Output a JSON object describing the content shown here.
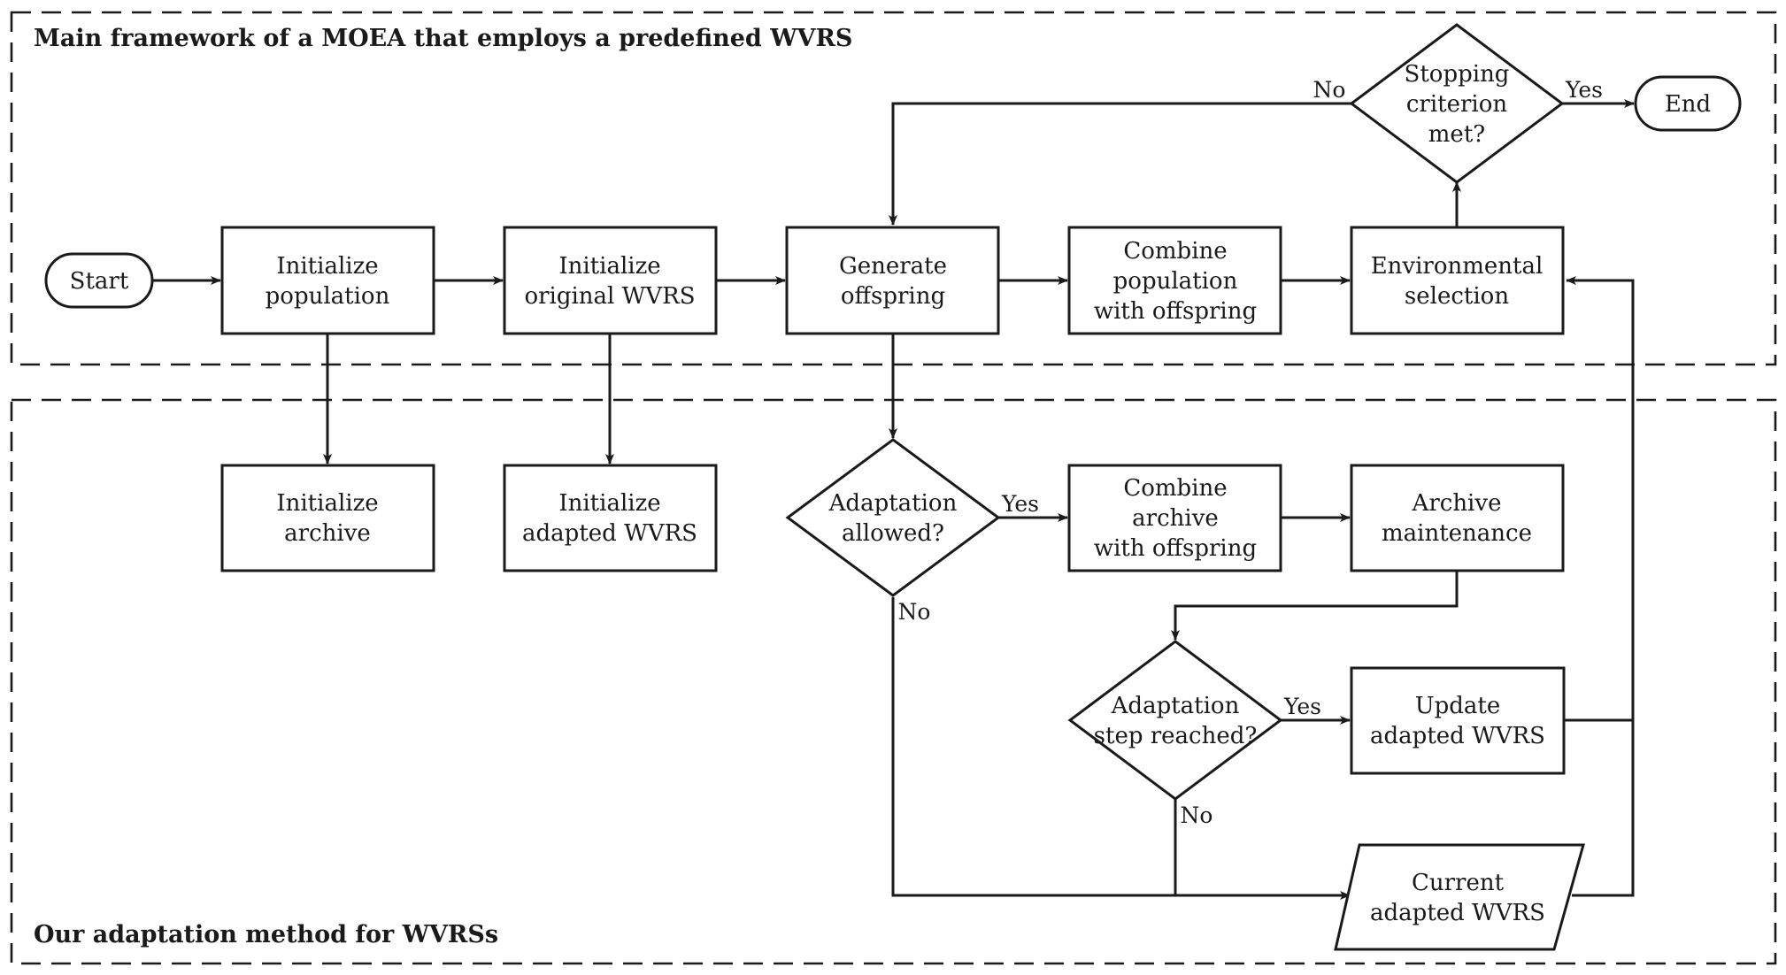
{
  "regions": {
    "main_framework": "Main framework of a MOEA that employs a predefined WVRS",
    "adaptation_method": "Our adaptation method for WVRSs"
  },
  "nodes": {
    "start": [
      "Start"
    ],
    "init_population": [
      "Initialize",
      "population"
    ],
    "init_original_wvrs": [
      "Initialize",
      "original WVRS"
    ],
    "generate_offspring": [
      "Generate",
      "offspring"
    ],
    "combine_population": [
      "Combine",
      "population",
      "with offspring"
    ],
    "environmental_selection": [
      "Environmental",
      "selection"
    ],
    "stopping_criterion": [
      "Stopping",
      "criterion",
      "met?"
    ],
    "end": [
      "End"
    ],
    "init_archive": [
      "Initialize",
      "archive"
    ],
    "init_adapted_wvrs": [
      "Initialize",
      "adapted WVRS"
    ],
    "adaptation_allowed": [
      "Adaptation",
      "allowed?"
    ],
    "combine_archive": [
      "Combine",
      "archive",
      "with offspring"
    ],
    "archive_maintenance": [
      "Archive",
      "maintenance"
    ],
    "adaptation_step": [
      "Adaptation",
      "step reached?"
    ],
    "update_adapted_wvrs": [
      "Update",
      "adapted WVRS"
    ],
    "current_adapted_wvrs": [
      "Current",
      "adapted WVRS"
    ]
  },
  "edge_labels": {
    "stop_no": "No",
    "stop_yes": "Yes",
    "allowed_yes": "Yes",
    "allowed_no": "No",
    "step_yes": "Yes",
    "step_no": "No"
  }
}
